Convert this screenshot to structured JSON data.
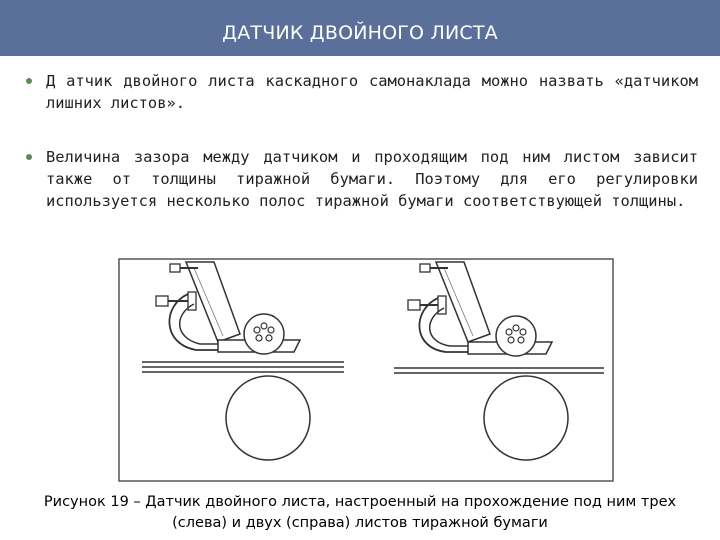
{
  "header": {
    "title": "ДАТЧИК ДВОЙНОГО ЛИСТА",
    "background": "#5b6f9b"
  },
  "bullets": [
    {
      "text": "Д атчик двойного листа каскадного самонаклада можно назвать «датчиком лишних листов»."
    },
    {
      "text": "Величина зазора между датчиком и проходящим под ним листом зависит также от толщины тиражной бумаги. Поэтому для его регулировки используется несколько полос тиражной бумаги соответствующей толщины."
    }
  ],
  "figure": {
    "caption_line1": "Рисунок 19 – Датчик двойного листа, настроенный на прохождение под ним трех",
    "caption_line2": "(слева) и двух (справа) листов тиражной бумаги"
  }
}
